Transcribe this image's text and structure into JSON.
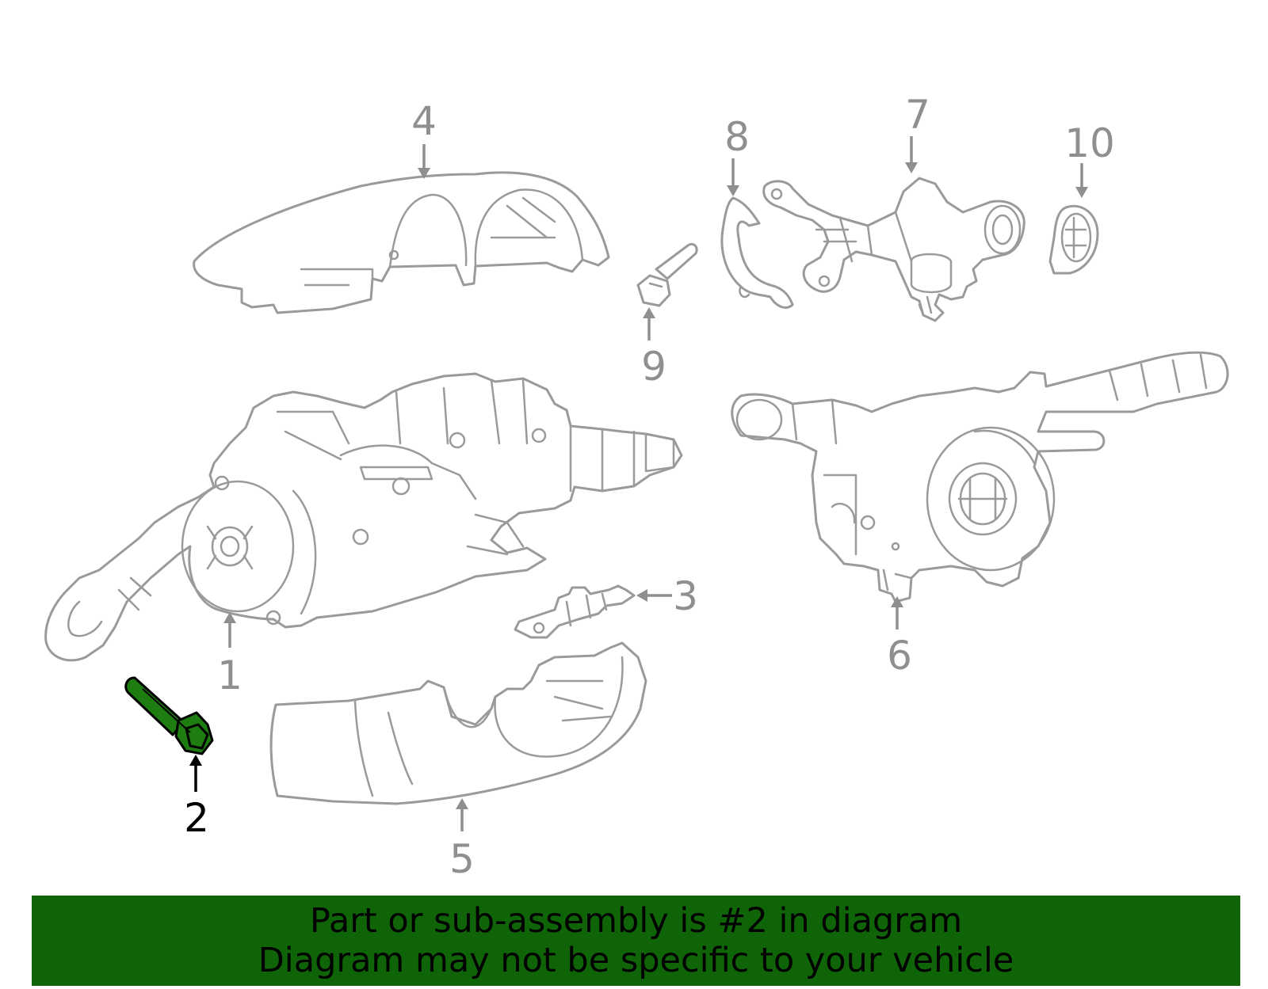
{
  "diagram": {
    "callouts": [
      "1",
      "2",
      "3",
      "4",
      "5",
      "6",
      "7",
      "8",
      "9",
      "10"
    ],
    "highlighted_callout": "2",
    "highlight_color": "#1e7d10",
    "banner_color": "#0f6408",
    "line_color": "#9a9a9a"
  },
  "banner": {
    "line1": "Part or sub-assembly is #2 in diagram",
    "line2": "Diagram may not be specific to your vehicle"
  }
}
